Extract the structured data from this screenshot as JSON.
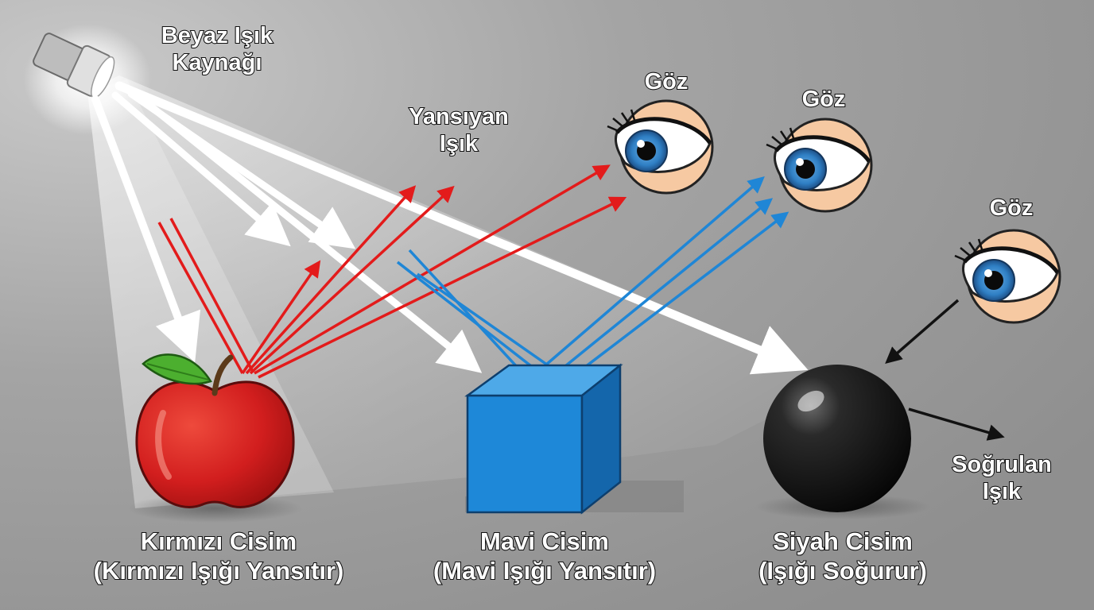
{
  "labels": {
    "light_source": [
      "Beyaz Işık",
      "Kaynağı"
    ],
    "reflected_light": [
      "Yansıyan",
      "Işık"
    ],
    "eye_1": "Göz",
    "eye_2": "Göz",
    "eye_3": "Göz",
    "absorbed_light": [
      "Soğrulan",
      "Işık"
    ],
    "red_object": [
      "Kırmızı Cisim",
      "(Kırmızı Işığı Yansıtır)"
    ],
    "blue_object": [
      "Mavi Cisim",
      "(Mavi Işığı Yansıtır)"
    ],
    "black_object": [
      "Siyah Cisim",
      "(Işığı Soğurur)"
    ]
  },
  "colors": {
    "background": "#9a9a9a",
    "white_light": "#ffffff",
    "red_light": "#e31b1b",
    "blue_light": "#1f86d6",
    "apple": "#d42020",
    "cube": "#1e88d8",
    "sphere": "#111111",
    "iris": "#2f7fc4",
    "eye_skin": "#f6c9a2"
  }
}
